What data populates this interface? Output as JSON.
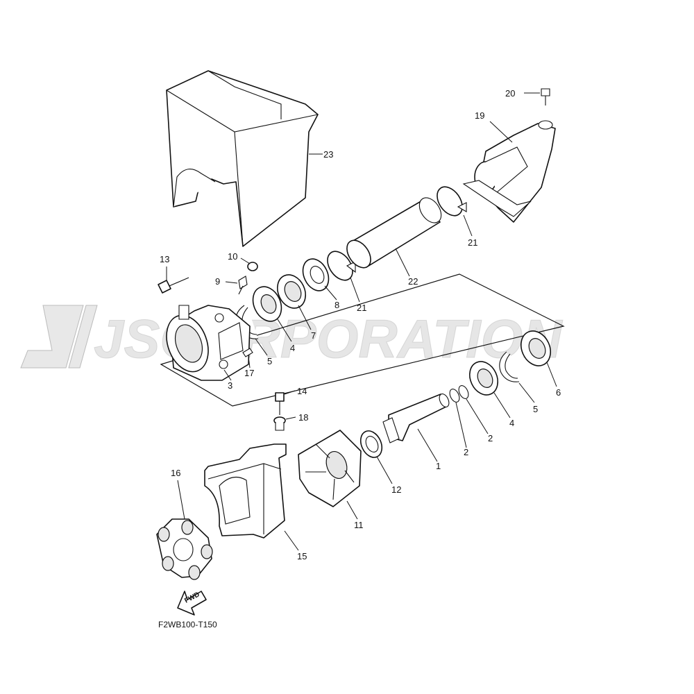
{
  "watermark": {
    "text": "JSCORPORATION"
  },
  "diagram_code": "F2WB100-T150",
  "fwd_label": "FWD",
  "callouts": {
    "c1": "1",
    "c2a": "2",
    "c2b": "2",
    "c3": "3",
    "c4a": "4",
    "c4b": "4",
    "c5a": "5",
    "c5b": "5",
    "c6": "6",
    "c7": "7",
    "c8": "8",
    "c9": "9",
    "c10": "10",
    "c11": "11",
    "c12": "12",
    "c13": "13",
    "c14": "14",
    "c15": "15",
    "c16": "16",
    "c17": "17",
    "c18": "18",
    "c19": "19",
    "c20": "20",
    "c21a": "21",
    "c21b": "21",
    "c22": "22",
    "c23": "23"
  }
}
